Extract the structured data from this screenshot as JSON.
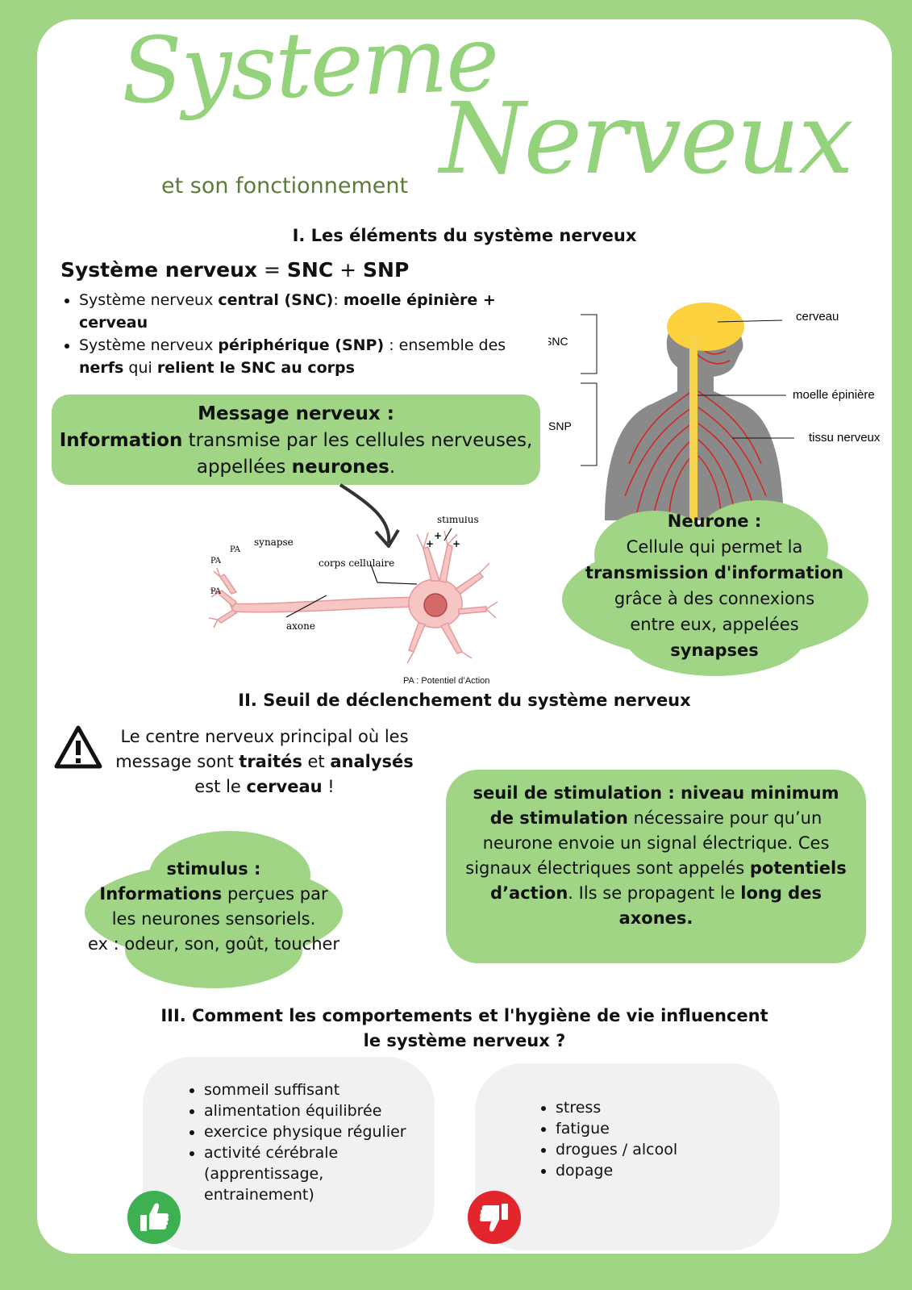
{
  "title": {
    "line1": "Systeme",
    "line2": "Nerveux",
    "subtitle": "et son fonctionnement"
  },
  "section1": {
    "heading": "I. Les éléments du système nerveux",
    "formula": {
      "a": "Système nerveux",
      "eq": " = ",
      "b": "SNC",
      "plus": " + ",
      "c": "SNP"
    },
    "bullets": [
      {
        "t1": "Système nerveux ",
        "b1": "central (SNC)",
        "t2": ": ",
        "b2": "moelle épinière + cerveau"
      },
      {
        "t1": "Système nerveux ",
        "b1": "périphérique (SNP)",
        "t2": " : ensemble des ",
        "b2": "nerfs",
        "t3": " qui ",
        "b3": "relient le SNC au corps"
      }
    ],
    "message_box": {
      "title": "Message nerveux :",
      "b1": "Information",
      "t1": " transmise par les cellules nerveuses, appellées ",
      "b2": "neurones",
      "t2": "."
    },
    "body_diagram": {
      "snc": "SNC",
      "snp": "SNP",
      "labels": [
        "cerveau",
        "moelle épinière",
        "tissu nerveux"
      ]
    },
    "neuron_diagram": {
      "labels": [
        "stimulus",
        "synapse",
        "PA",
        "PA",
        "PA",
        "corps cellulaire",
        "axone"
      ],
      "plus": [
        "+",
        "+",
        "+"
      ],
      "caption": "PA : Potentiel d’Action"
    },
    "neurone_cloud": {
      "title": "Neurone :",
      "t1": "Cellule qui permet la",
      "b1": "transmission d'information",
      "t2": "grâce à des connexions entre eux, appelées",
      "b2": "synapses"
    }
  },
  "section2": {
    "heading": "II. Seuil de déclenchement du système nerveux",
    "warning": {
      "t1": "Le centre nerveux principal où les message sont ",
      "b1": "traités",
      "t2": " et ",
      "b2": "analysés",
      "t3": " est le ",
      "b3": "cerveau",
      "t4": " !"
    },
    "stimulus_cloud": {
      "title": "stimulus :",
      "b1": "Informations",
      "t1": " perçues par les neurones sensoriels.",
      "t2": "ex : odeur, son, goût, toucher"
    },
    "seuil_box": {
      "b1": "seuil de stimulation :  niveau minimum de stimulation",
      "t1": " nécessaire pour qu’un neurone envoie un signal électrique. Ces signaux électriques sont appelés ",
      "b2": "potentiels d’action",
      "t2": ". Ils se propagent le ",
      "b3": "long des axones."
    }
  },
  "section3": {
    "heading_line1": "III. Comment les comportements et l'hygiène de vie influencent",
    "heading_line2": "le système nerveux ?",
    "good": [
      "sommeil suffisant",
      "alimentation équilibrée",
      "exercice physique régulier",
      "activité cérébrale (apprentissage, entrainement)"
    ],
    "bad": [
      "stress",
      "fatigue",
      "drogues / alcool",
      "dopage"
    ]
  },
  "colors": {
    "green": "#a0d585",
    "title_green": "#95d27c",
    "subtitle": "#5c7b3a",
    "good": "#3db152",
    "bad": "#e3262b",
    "grey": "#f1f1f2"
  },
  "icons": {
    "warning": "warning-triangle-icon",
    "good": "thumbs-up-icon",
    "bad": "thumbs-down-icon"
  }
}
